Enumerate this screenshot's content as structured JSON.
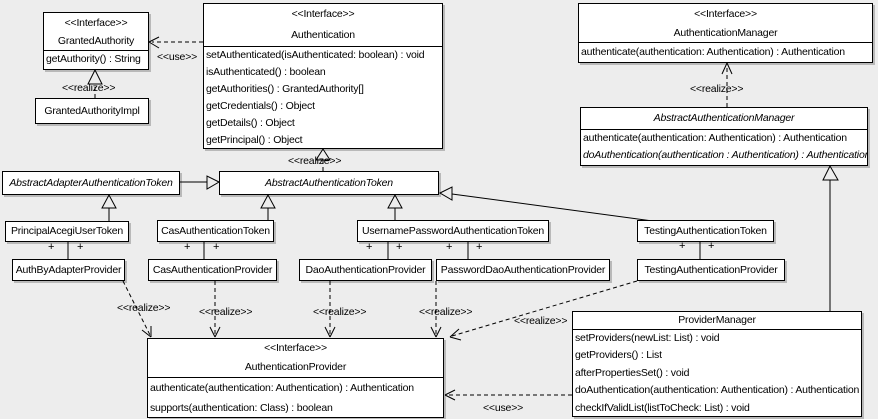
{
  "labels": {
    "realize": "<<realize>>",
    "use": "<<use>>",
    "plus": "+"
  },
  "classes": {
    "granted_authority": {
      "stereotype": "<<Interface>>",
      "name": "GrantedAuthority",
      "methods": [
        "getAuthority() : String"
      ]
    },
    "granted_authority_impl": {
      "name": "GrantedAuthorityImpl"
    },
    "authentication": {
      "stereotype": "<<Interface>>",
      "name": "Authentication",
      "methods": [
        "setAuthenticated(isAuthenticated: boolean) : void",
        "isAuthenticated() : boolean",
        "getAuthorities() : GrantedAuthority[]",
        "getCredentials() : Object",
        "getDetails() : Object",
        "getPrincipal() : Object"
      ]
    },
    "authentication_manager": {
      "stereotype": "<<Interface>>",
      "name": "AuthenticationManager",
      "methods": [
        "authenticate(authentication: Authentication) : Authentication"
      ]
    },
    "abstract_authentication_manager": {
      "name": "AbstractAuthenticationManager",
      "methods": [
        "authenticate(authentication: Authentication) : Authentication",
        "doAuthentication(authentication : Authentication) : Authentication"
      ]
    },
    "abstract_adapter_authentication_token": {
      "name": "AbstractAdapterAuthenticationToken"
    },
    "abstract_authentication_token": {
      "name": "AbstractAuthenticationToken"
    },
    "principal_acegi_user_token": {
      "name": "PrincipalAcegiUserToken"
    },
    "cas_authentication_token": {
      "name": "CasAuthenticationToken"
    },
    "username_password_authentication_token": {
      "name": "UsernamePasswordAuthenticationToken"
    },
    "testing_authentication_token": {
      "name": "TestingAuthenticationToken"
    },
    "auth_by_adapter_provider": {
      "name": "AuthByAdapterProvider"
    },
    "cas_authentication_provider": {
      "name": "CasAuthenticationProvider"
    },
    "dao_authentication_provider": {
      "name": "DaoAuthenticationProvider"
    },
    "password_dao_authentication_provider": {
      "name": "PasswordDaoAuthenticationProvider"
    },
    "testing_authentication_provider": {
      "name": "TestingAuthenticationProvider"
    },
    "authentication_provider": {
      "stereotype": "<<Interface>>",
      "name": "AuthenticationProvider",
      "methods": [
        "authenticate(authentication: Authentication) : Authentication",
        "supports(authentication: Class) : boolean"
      ]
    },
    "provider_manager": {
      "name": "ProviderManager",
      "methods": [
        "setProviders(newList: List) : void",
        "getProviders() : List",
        "afterPropertiesSet() : void",
        "doAuthentication(authentication: Authentication) : Authentication",
        "checkIfValidList(listToCheck: List) : void"
      ]
    }
  },
  "colors": {
    "background": "#ededed",
    "box_fill": "#ffffff",
    "line": "#000000"
  }
}
